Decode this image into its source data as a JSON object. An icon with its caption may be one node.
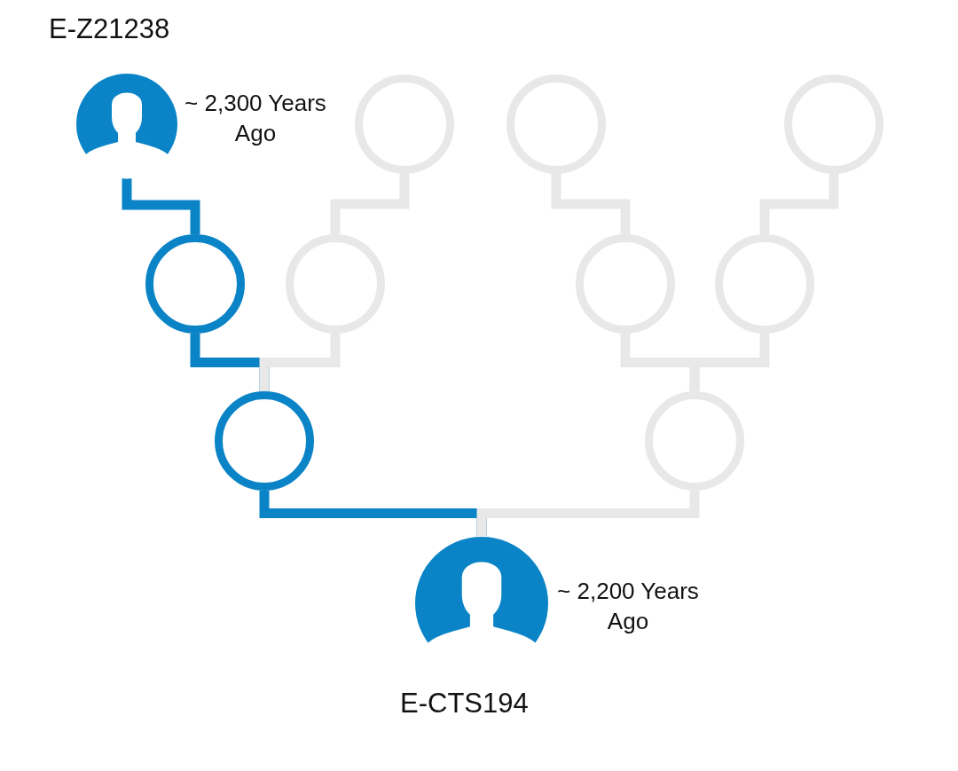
{
  "diagram": {
    "nodes": [
      {
        "text": [
          "E-Z21238"
        ],
        "beside": [
          "~ 2,300 Years Ago"
        ]
      },
      {
        "text": [],
        "shape": "circle"
      },
      {
        "text": [],
        "shape": "circle"
      },
      {
        "text": [],
        "shape": "circle"
      },
      {
        "text": [],
        "shape": "circle"
      },
      {
        "text": [],
        "shape": "circle"
      },
      {
        "text": [],
        "shape": "circle"
      },
      {
        "text": [],
        "shape": "circle"
      },
      {
        "text": [],
        "shape": "circle"
      },
      {
        "text": [],
        "shape": "circle"
      },
      {
        "text": [
          "E-CTS194"
        ],
        "beside": [
          "~ 2,200 Years Ago"
        ]
      }
    ],
    "edges": [
      {
        "from": 0,
        "to": 4,
        "arrow": "none",
        "color": "#0a84c6"
      },
      {
        "from": 1,
        "to": 5,
        "arrow": "none"
      },
      {
        "from": 2,
        "to": 6,
        "arrow": "none"
      },
      {
        "from": 3,
        "to": 7,
        "arrow": "none"
      },
      {
        "from": 4,
        "to": 8,
        "arrow": "none",
        "color": "#0a84c6"
      },
      {
        "from": 5,
        "to": 8,
        "arrow": "none"
      },
      {
        "from": 6,
        "to": 9,
        "arrow": "none"
      },
      {
        "from": 7,
        "to": 9,
        "arrow": "none"
      },
      {
        "from": 8,
        "to": 10,
        "arrow": "none",
        "color": "#0a84c6"
      },
      {
        "from": 9,
        "to": 10,
        "arrow": "none"
      }
    ]
  }
}
